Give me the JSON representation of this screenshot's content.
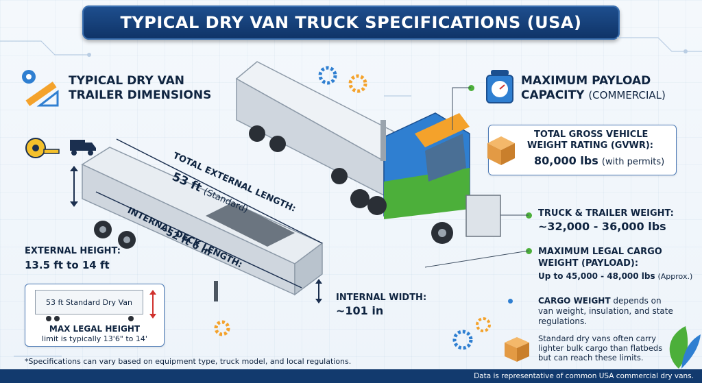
{
  "title": "TYPICAL DRY VAN TRUCK SPECIFICATIONS (USA)",
  "dimensions": {
    "heading_line1": "TYPICAL DRY VAN",
    "heading_line2": "TRAILER DIMENSIONS",
    "total_length_label": "TOTAL EXTERNAL LENGTH:",
    "total_length_value": "53 ft",
    "total_length_note": "(Standard)",
    "internal_deck_label": "INTERNAL DECK LENGTH:",
    "internal_deck_value": "~52 ft 6 in",
    "external_height_label": "EXTERNAL HEIGHT:",
    "external_height_value": "13.5 ft to 14 ft",
    "internal_width_label": "INTERNAL WIDTH:",
    "internal_width_value": "~101 in",
    "standard_van_label": "53 ft Standard Dry Van",
    "max_legal_height_label": "MAX LEGAL HEIGHT",
    "max_legal_height_note": "limit is typically 13'6\" to 14'"
  },
  "payload": {
    "heading_line1": "MAXIMUM PAYLOAD",
    "heading_line2": "CAPACITY",
    "heading_note": "(COMMERCIAL)",
    "gvwr_line1": "TOTAL GROSS VEHICLE",
    "gvwr_line2": "WEIGHT RATING (GVWR):",
    "gvwr_value": "80,000 lbs",
    "gvwr_note": "(with permits)",
    "truck_trailer_label": "TRUCK & TRAILER WEIGHT:",
    "truck_trailer_value": "~32,000 - 36,000 lbs",
    "max_cargo_line1": "MAXIMUM LEGAL CARGO",
    "max_cargo_line2": "WEIGHT (PAYLOAD):",
    "max_cargo_value": "Up to 45,000 - 48,000 lbs",
    "max_cargo_note": "(Approx.)",
    "cargo_weight_bold": "CARGO WEIGHT",
    "cargo_weight_text1": "depends on",
    "cargo_weight_text2": "van weight, insulation, and state",
    "cargo_weight_text3": "regulations.",
    "standard_text1": "Standard dry vans often carry",
    "standard_text2": "lighter bulk cargo than flatbeds",
    "standard_text3": "but can reach these limits."
  },
  "footnote": "*Specifications can vary based on equipment type, truck model, and local regulations.",
  "footer": "Data is representative of common USA commercial dry vans.",
  "colors": {
    "navy": "#0f3366",
    "cab_blue": "#2f7fd1",
    "cab_green": "#4caf3a",
    "accent_orange": "#f4a22b",
    "trailer_gray": "#cfd6de"
  }
}
